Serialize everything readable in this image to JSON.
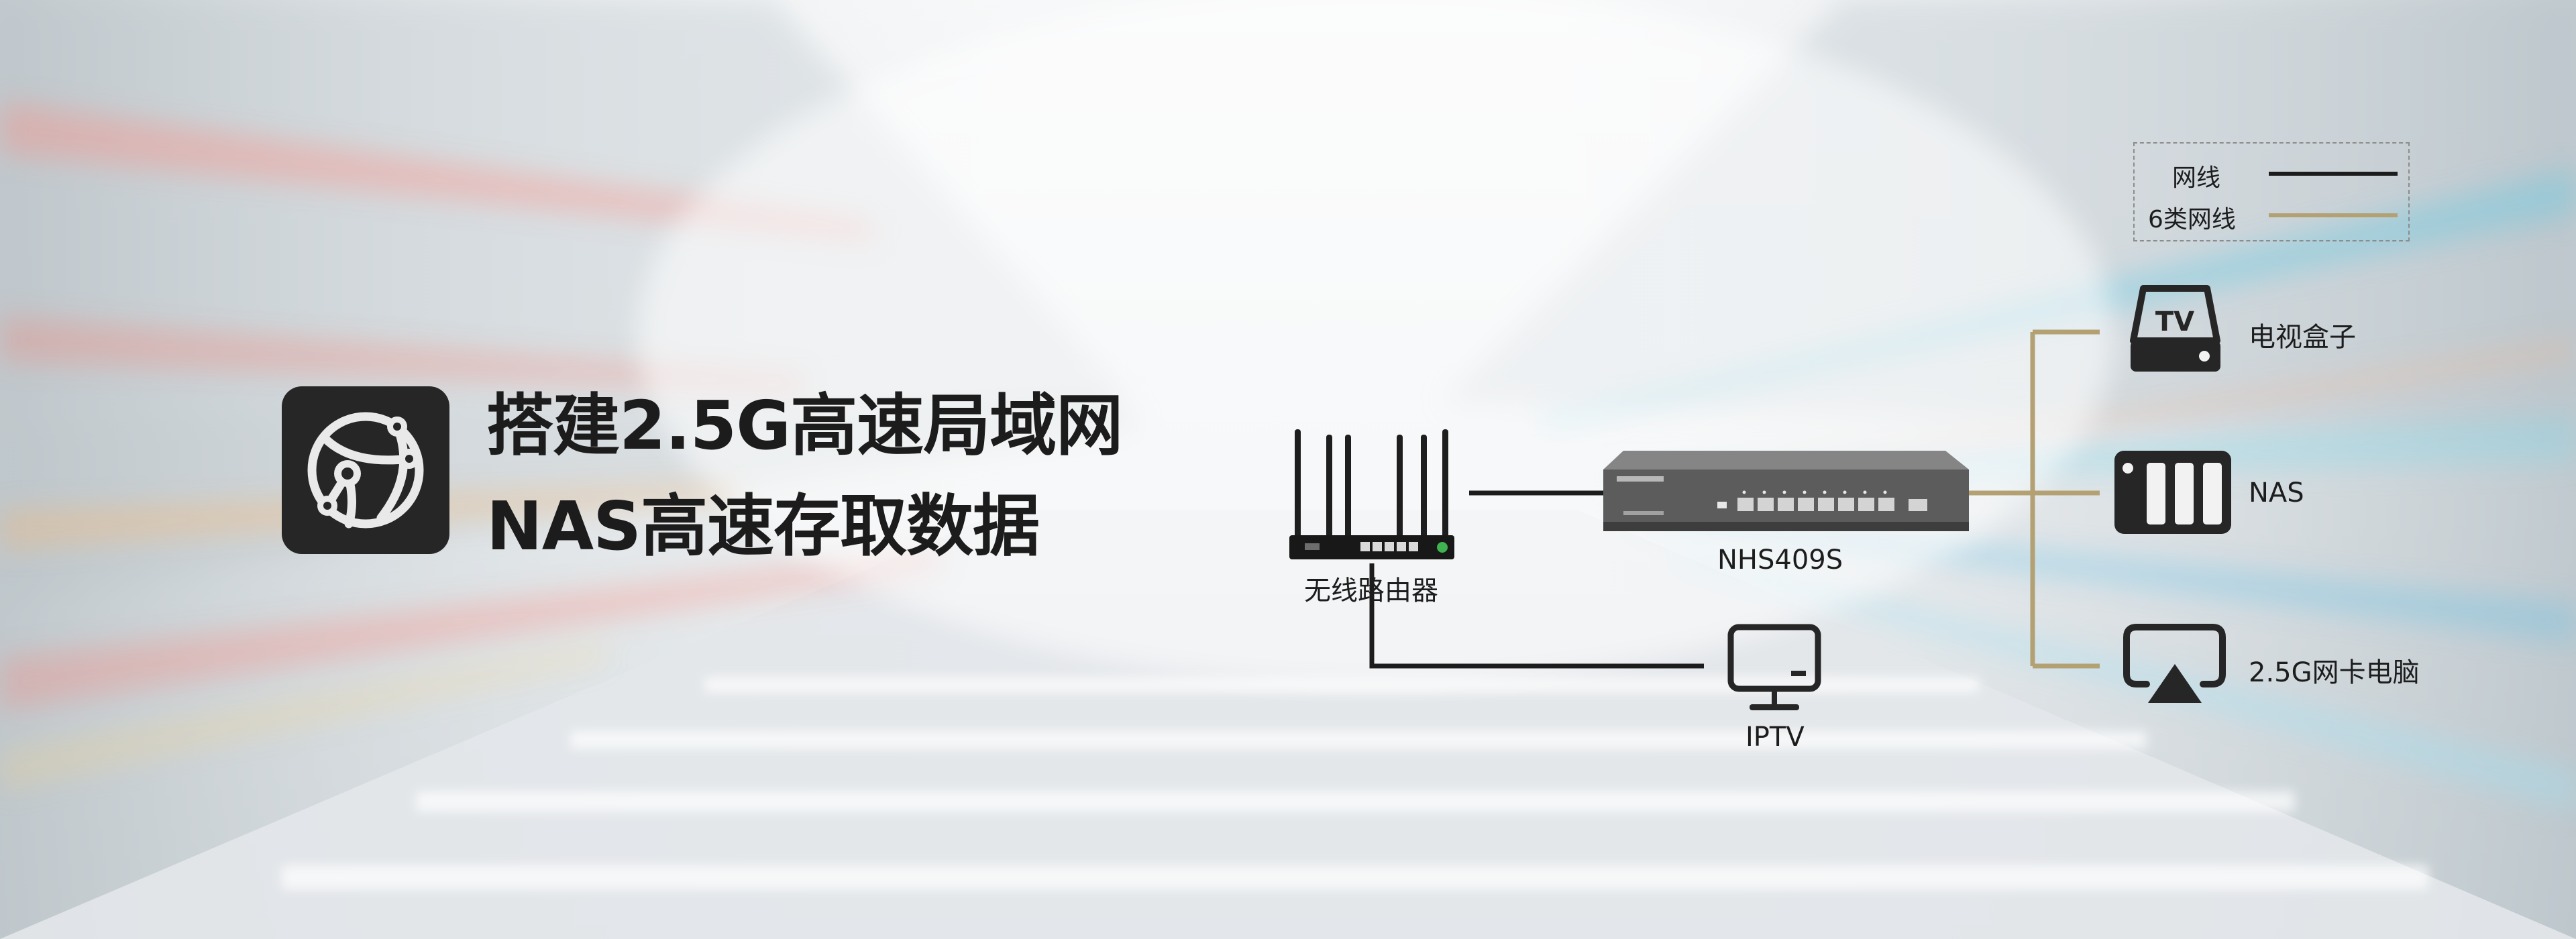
{
  "headline": {
    "line1": "搭建2.5G高速局域网",
    "line2": "NAS高速存取数据"
  },
  "legend": {
    "items": [
      {
        "label": "网线",
        "color": "#1c1c1c"
      },
      {
        "label": "6类网线",
        "color": "#b3a173"
      }
    ]
  },
  "devices": {
    "router": {
      "label": "无线路由器"
    },
    "switch": {
      "label": "NHS409S"
    },
    "iptv": {
      "label": "IPTV"
    },
    "tv_box": {
      "label": "电视盒子",
      "icon_text": "TV"
    },
    "nas": {
      "label": "NAS"
    },
    "pc": {
      "label": "2.5G网卡电脑"
    }
  },
  "colors": {
    "cable": "#1c1c1c",
    "cat6_cable": "#b3a173",
    "icon": "#262626"
  }
}
